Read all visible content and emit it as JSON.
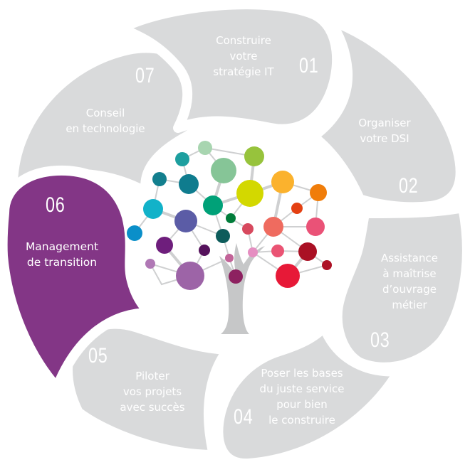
{
  "diagram": {
    "title": "Service cycle",
    "colors": {
      "petal": "#d9dadb",
      "active_petal": "#833686",
      "text": "#ffffff",
      "trunk": "#c6c7c8",
      "branch": "#cfd0d1"
    },
    "segments": [
      {
        "number": "01",
        "label": "Construire\nvotre\nstratégie IT",
        "active": false
      },
      {
        "number": "02",
        "label": "Organiser\nvotre DSI",
        "active": false
      },
      {
        "number": "03",
        "label": "Assistance\nà maîtrise\nd’ouvrage\nmétier",
        "active": false
      },
      {
        "number": "04",
        "label": "Poser les bases\ndu juste service\npour bien\nle construire",
        "active": false
      },
      {
        "number": "05",
        "label": "Piloter\nvos projets\navec succès",
        "active": false
      },
      {
        "number": "06",
        "label": "Management\nde transition",
        "active": true
      },
      {
        "number": "07",
        "label": "Conseil\nen technologie",
        "active": false
      }
    ],
    "tree": {
      "icon": "network-tree-icon",
      "nodes": [
        {
          "id": "a",
          "color": "#a8d5b0"
        },
        {
          "id": "b",
          "color": "#1d9f9f"
        },
        {
          "id": "c",
          "color": "#86c597"
        },
        {
          "id": "d",
          "color": "#97c33c"
        },
        {
          "id": "e",
          "color": "#137f8e"
        },
        {
          "id": "f",
          "color": "#0f7c8e"
        },
        {
          "id": "g",
          "color": "#00a178"
        },
        {
          "id": "h",
          "color": "#d3d800"
        },
        {
          "id": "i",
          "color": "#fbb22d"
        },
        {
          "id": "j",
          "color": "#f07d0a"
        },
        {
          "id": "k",
          "color": "#12b2c9"
        },
        {
          "id": "l",
          "color": "#5b5ca6"
        },
        {
          "id": "m",
          "color": "#017c3a"
        },
        {
          "id": "n",
          "color": "#e44012"
        },
        {
          "id": "o",
          "color": "#0a8fc9"
        },
        {
          "id": "p",
          "color": "#d7495e"
        },
        {
          "id": "q",
          "color": "#0d5c5b"
        },
        {
          "id": "r",
          "color": "#ef6b5f"
        },
        {
          "id": "s",
          "color": "#ea5277"
        },
        {
          "id": "t",
          "color": "#6e1e7c"
        },
        {
          "id": "u",
          "color": "#55125c"
        },
        {
          "id": "v",
          "color": "#e58ec1"
        },
        {
          "id": "w",
          "color": "#ea5474"
        },
        {
          "id": "x",
          "color": "#aa1024"
        },
        {
          "id": "y",
          "color": "#b078b5"
        },
        {
          "id": "z",
          "color": "#c26398"
        },
        {
          "id": "aa",
          "color": "#9d64a7"
        },
        {
          "id": "ab",
          "color": "#ad1125"
        },
        {
          "id": "ac",
          "color": "#8d2160"
        },
        {
          "id": "ad",
          "color": "#e71937"
        }
      ]
    }
  }
}
